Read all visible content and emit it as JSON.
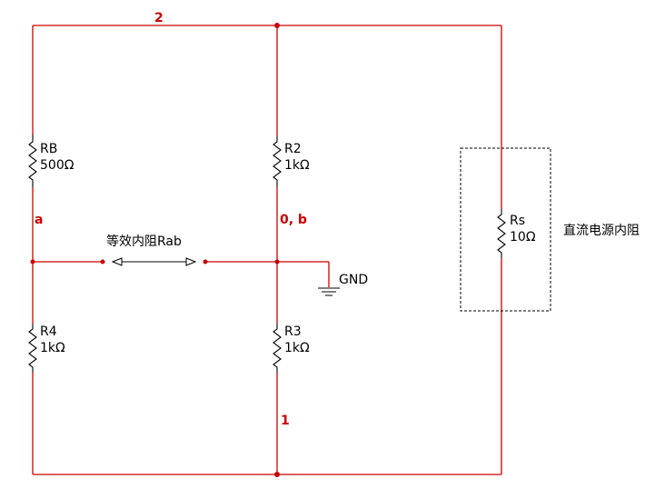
{
  "nodes": {
    "n2": "2",
    "na": "a",
    "n0b": "0, b",
    "n1": "1"
  },
  "components": {
    "rb": {
      "ref": "RB",
      "value": "500Ω"
    },
    "r2": {
      "ref": "R2",
      "value": "1kΩ"
    },
    "r4": {
      "ref": "R4",
      "value": "1kΩ"
    },
    "r3": {
      "ref": "R3",
      "value": "1kΩ"
    },
    "rs": {
      "ref": "Rs",
      "value": "10Ω"
    }
  },
  "annotations": {
    "rab": "等效内阻Rab",
    "gnd": "GND",
    "source": "直流电源内阻"
  },
  "colors": {
    "wire": "#cc0000",
    "symbol": "#000000"
  }
}
